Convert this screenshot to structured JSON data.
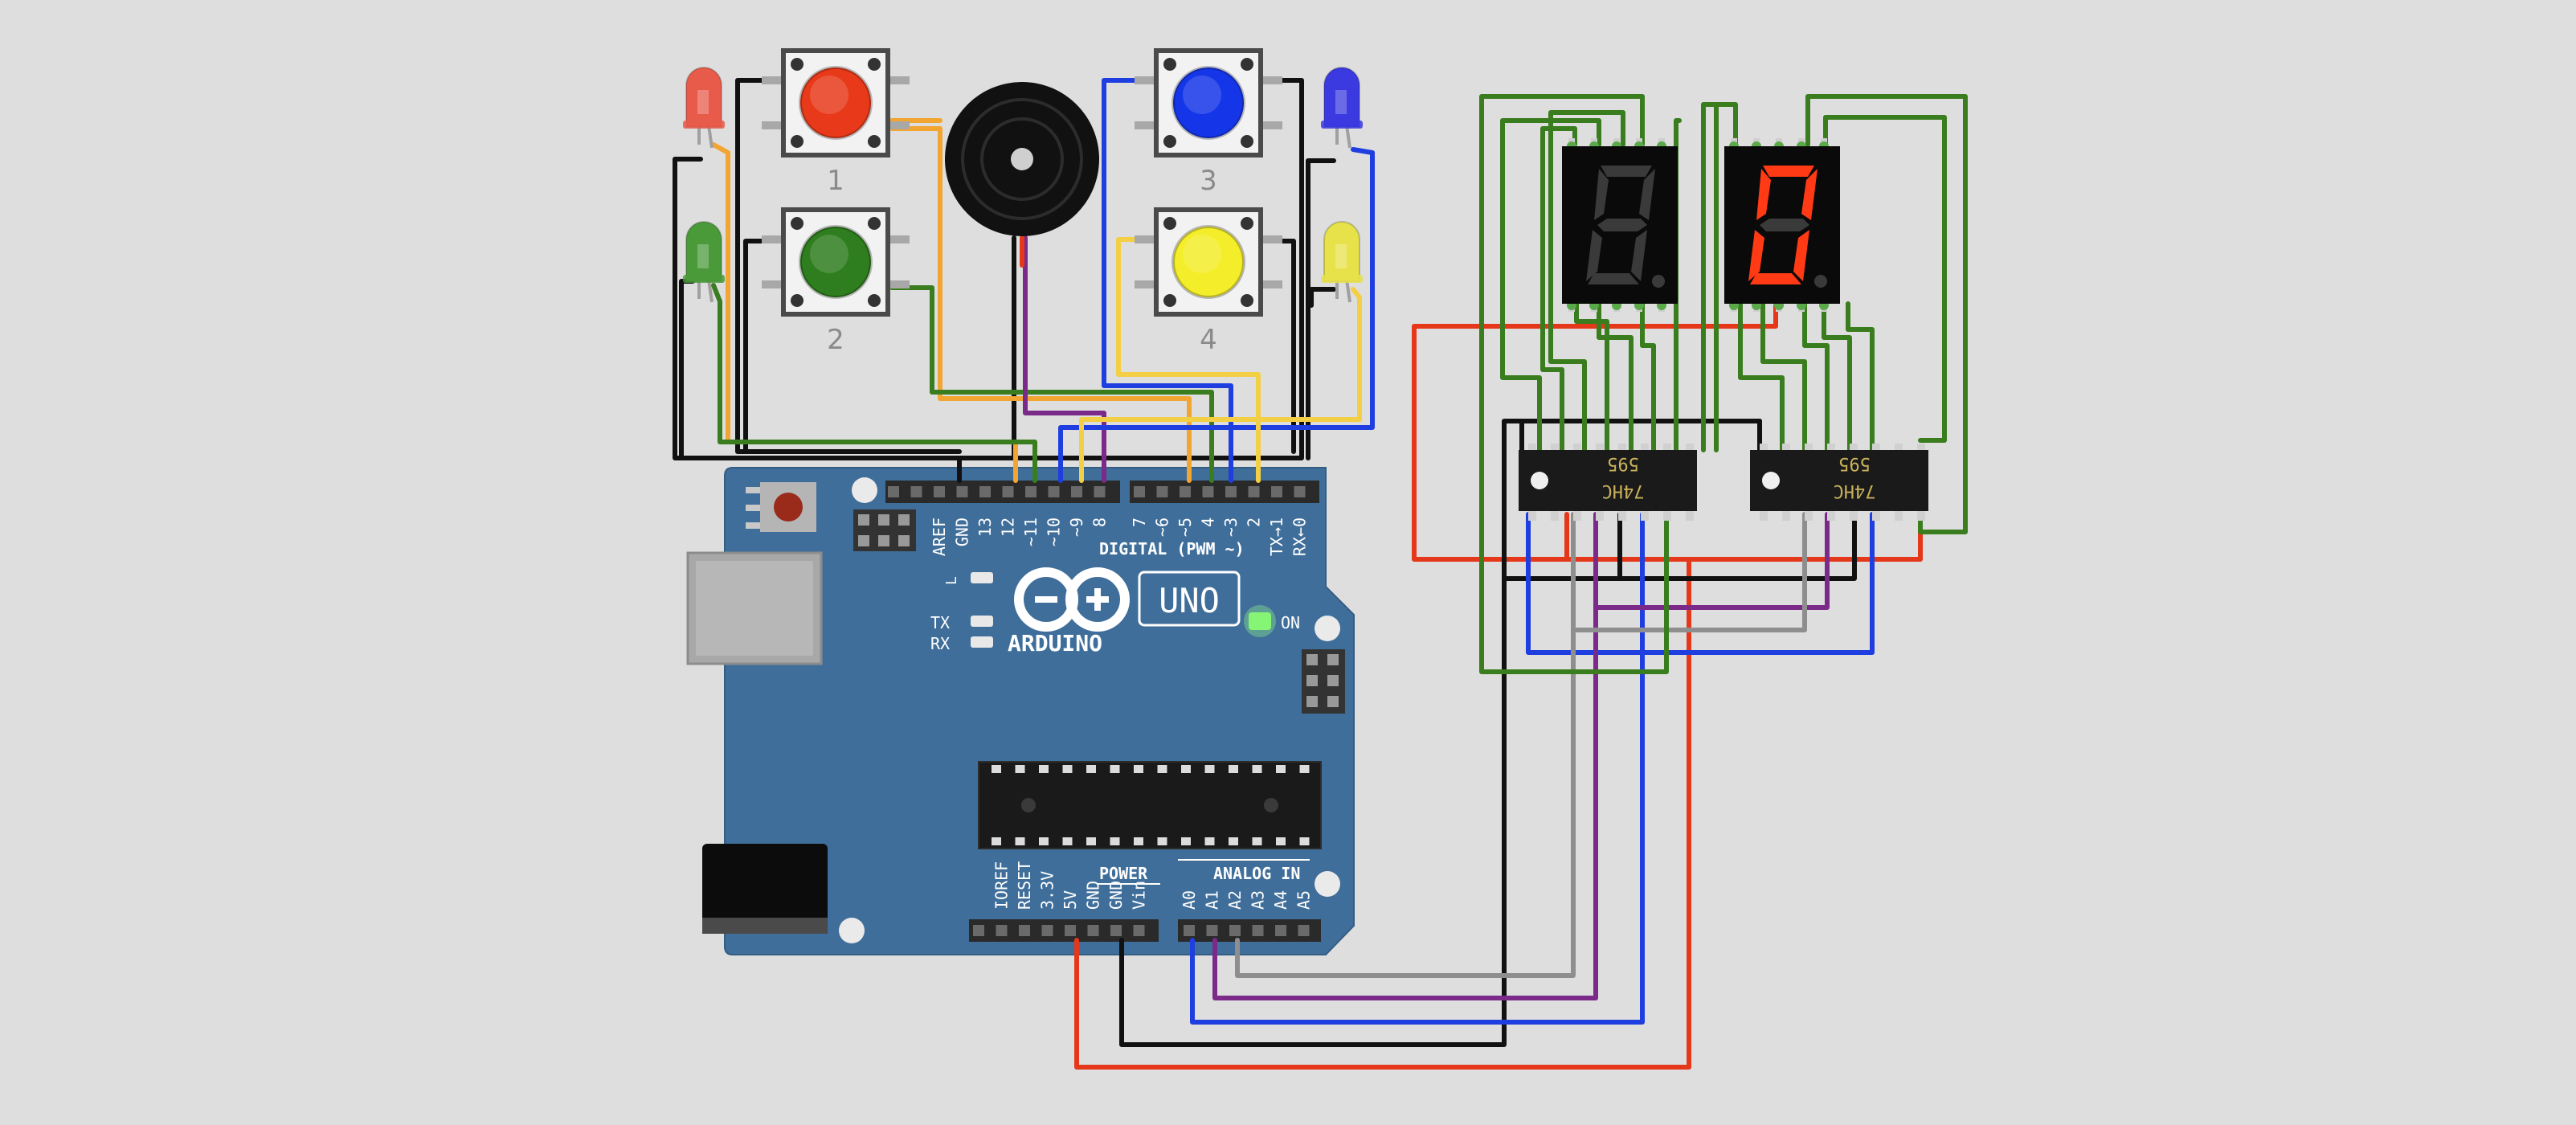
{
  "colors": {
    "background": "#dedede",
    "board": "#3f6e9a",
    "wire_black": "#111111",
    "wire_orange": "#f2a531",
    "wire_green": "#3a7d1f",
    "wire_blue": "#1f3ee0",
    "wire_yellow": "#f3cf45",
    "wire_purple": "#7b2a8a",
    "wire_red": "#e5381a",
    "wire_gray": "#8e8e8e",
    "segment_on": "#ff3a14",
    "segment_off": "#3a3a3a"
  },
  "buttons": [
    {
      "label": "1",
      "color": "#e83a1a"
    },
    {
      "label": "2",
      "color": "#2e7d1e"
    },
    {
      "label": "3",
      "color": "#1436e8"
    },
    {
      "label": "4",
      "color": "#f4ee2a"
    }
  ],
  "leds": [
    {
      "name": "red",
      "color": "#e85b4a"
    },
    {
      "name": "green",
      "color": "#4a9a3a"
    },
    {
      "name": "blue",
      "color": "#3a3ae0"
    },
    {
      "name": "yellow",
      "color": "#e8e24a"
    }
  ],
  "shift_registers": [
    {
      "top": "595",
      "bottom": "74HC"
    },
    {
      "top": "595",
      "bottom": "74HC"
    }
  ],
  "displays": [
    {
      "state": "off",
      "digit": "8"
    },
    {
      "state": "on",
      "digit": "0"
    }
  ],
  "arduino": {
    "logo_text": "ARDUINO",
    "model": "UNO",
    "on_label": "ON",
    "digital_label": "DIGITAL (PWM ~)",
    "power_label": "POWER",
    "analog_label": "ANALOG IN",
    "tx_label": "TX",
    "rx_label": "RX",
    "l_label": "L",
    "digital_pins": [
      "AREF",
      "GND",
      "13",
      "12",
      "~11",
      "~10",
      "~9",
      "8",
      "7",
      "~6",
      "~5",
      "4",
      "~3",
      "2",
      "TX→1",
      "RX←0"
    ],
    "power_pins": [
      "IOREF",
      "RESET",
      "3.3V",
      "5V",
      "GND",
      "GND",
      "Vin"
    ],
    "analog_pins": [
      "A0",
      "A1",
      "A2",
      "A3",
      "A4",
      "A5"
    ]
  }
}
